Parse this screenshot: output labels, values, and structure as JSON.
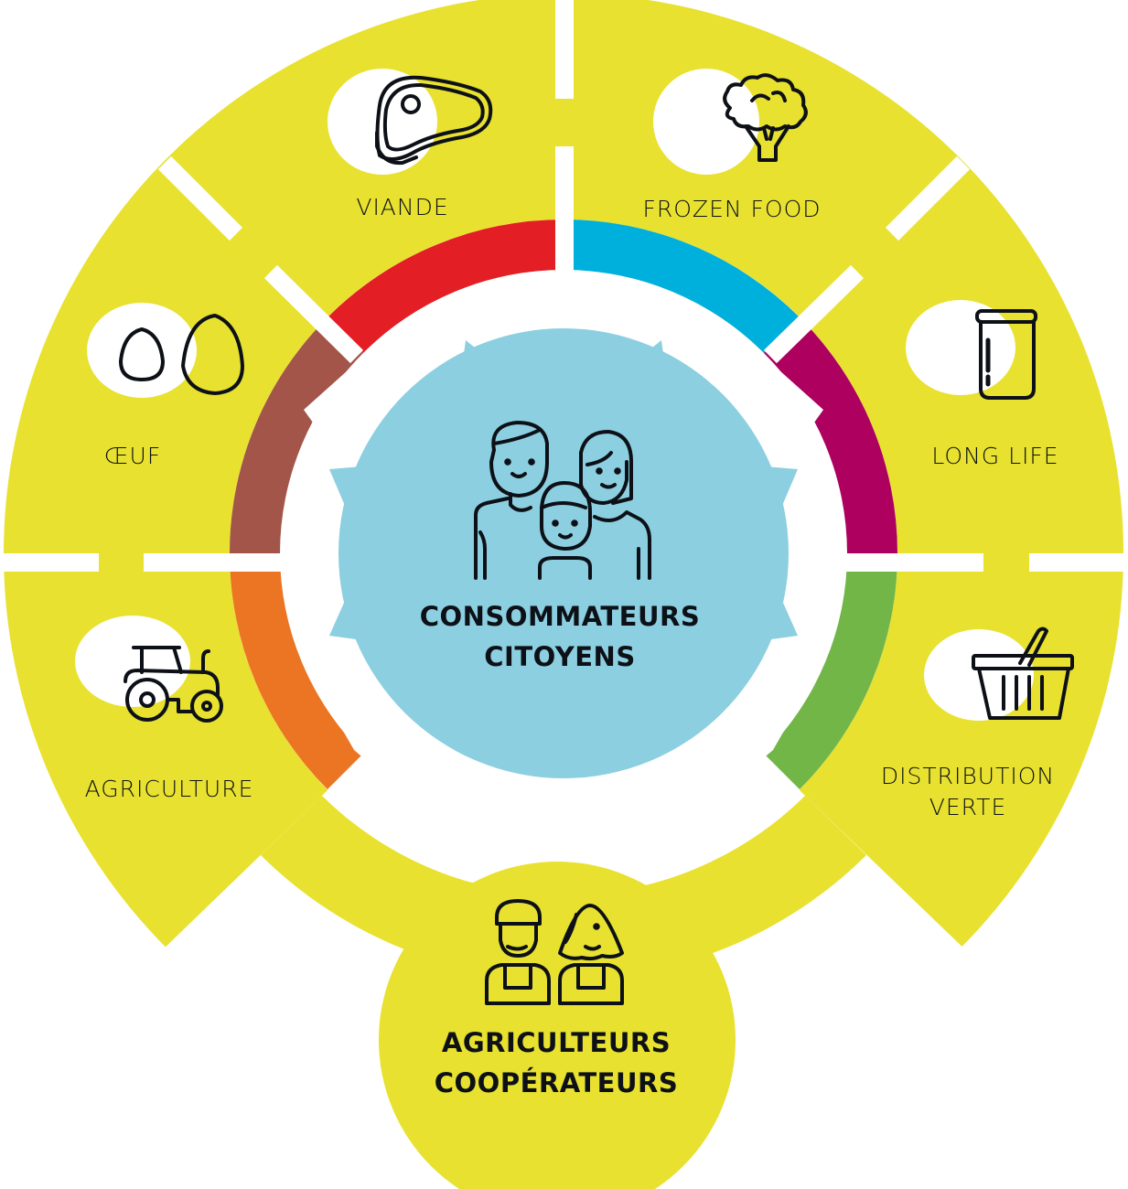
{
  "center": {
    "title_line1": "CONSOMMATEURS",
    "title_line2": "CITOYENS",
    "icon": "family-icon",
    "color": "#8ccfe0"
  },
  "bottom": {
    "title_line1": "AGRICULTEURS",
    "title_line2": "COOPÉRATEURS",
    "icon": "farmers-icon",
    "color": "#e8e12f"
  },
  "segments": [
    {
      "id": "viande",
      "label": "VIANDE",
      "icon": "steak-icon",
      "ring_color": "#e31e24"
    },
    {
      "id": "frozen-food",
      "label": "FROZEN FOOD",
      "icon": "cauliflower-icon",
      "ring_color": "#00b0dc"
    },
    {
      "id": "long-life",
      "label": "LONG LIFE",
      "icon": "jar-icon",
      "ring_color": "#ad005f"
    },
    {
      "id": "distribution-verte",
      "label_line1": "DISTRIBUTION",
      "label_line2": "VERTE",
      "icon": "basket-icon",
      "ring_color": "#72b647"
    },
    {
      "id": "agriculture",
      "label": "AGRICULTURE",
      "icon": "tractor-icon",
      "ring_color": "#ec7523"
    },
    {
      "id": "oeuf",
      "label": "ŒUF",
      "icon": "eggs-icon",
      "ring_color": "#a3554a"
    }
  ],
  "colors": {
    "outer_ring": "#e8e12f",
    "gap": "#ffffff",
    "stroke": "#0d1117"
  }
}
